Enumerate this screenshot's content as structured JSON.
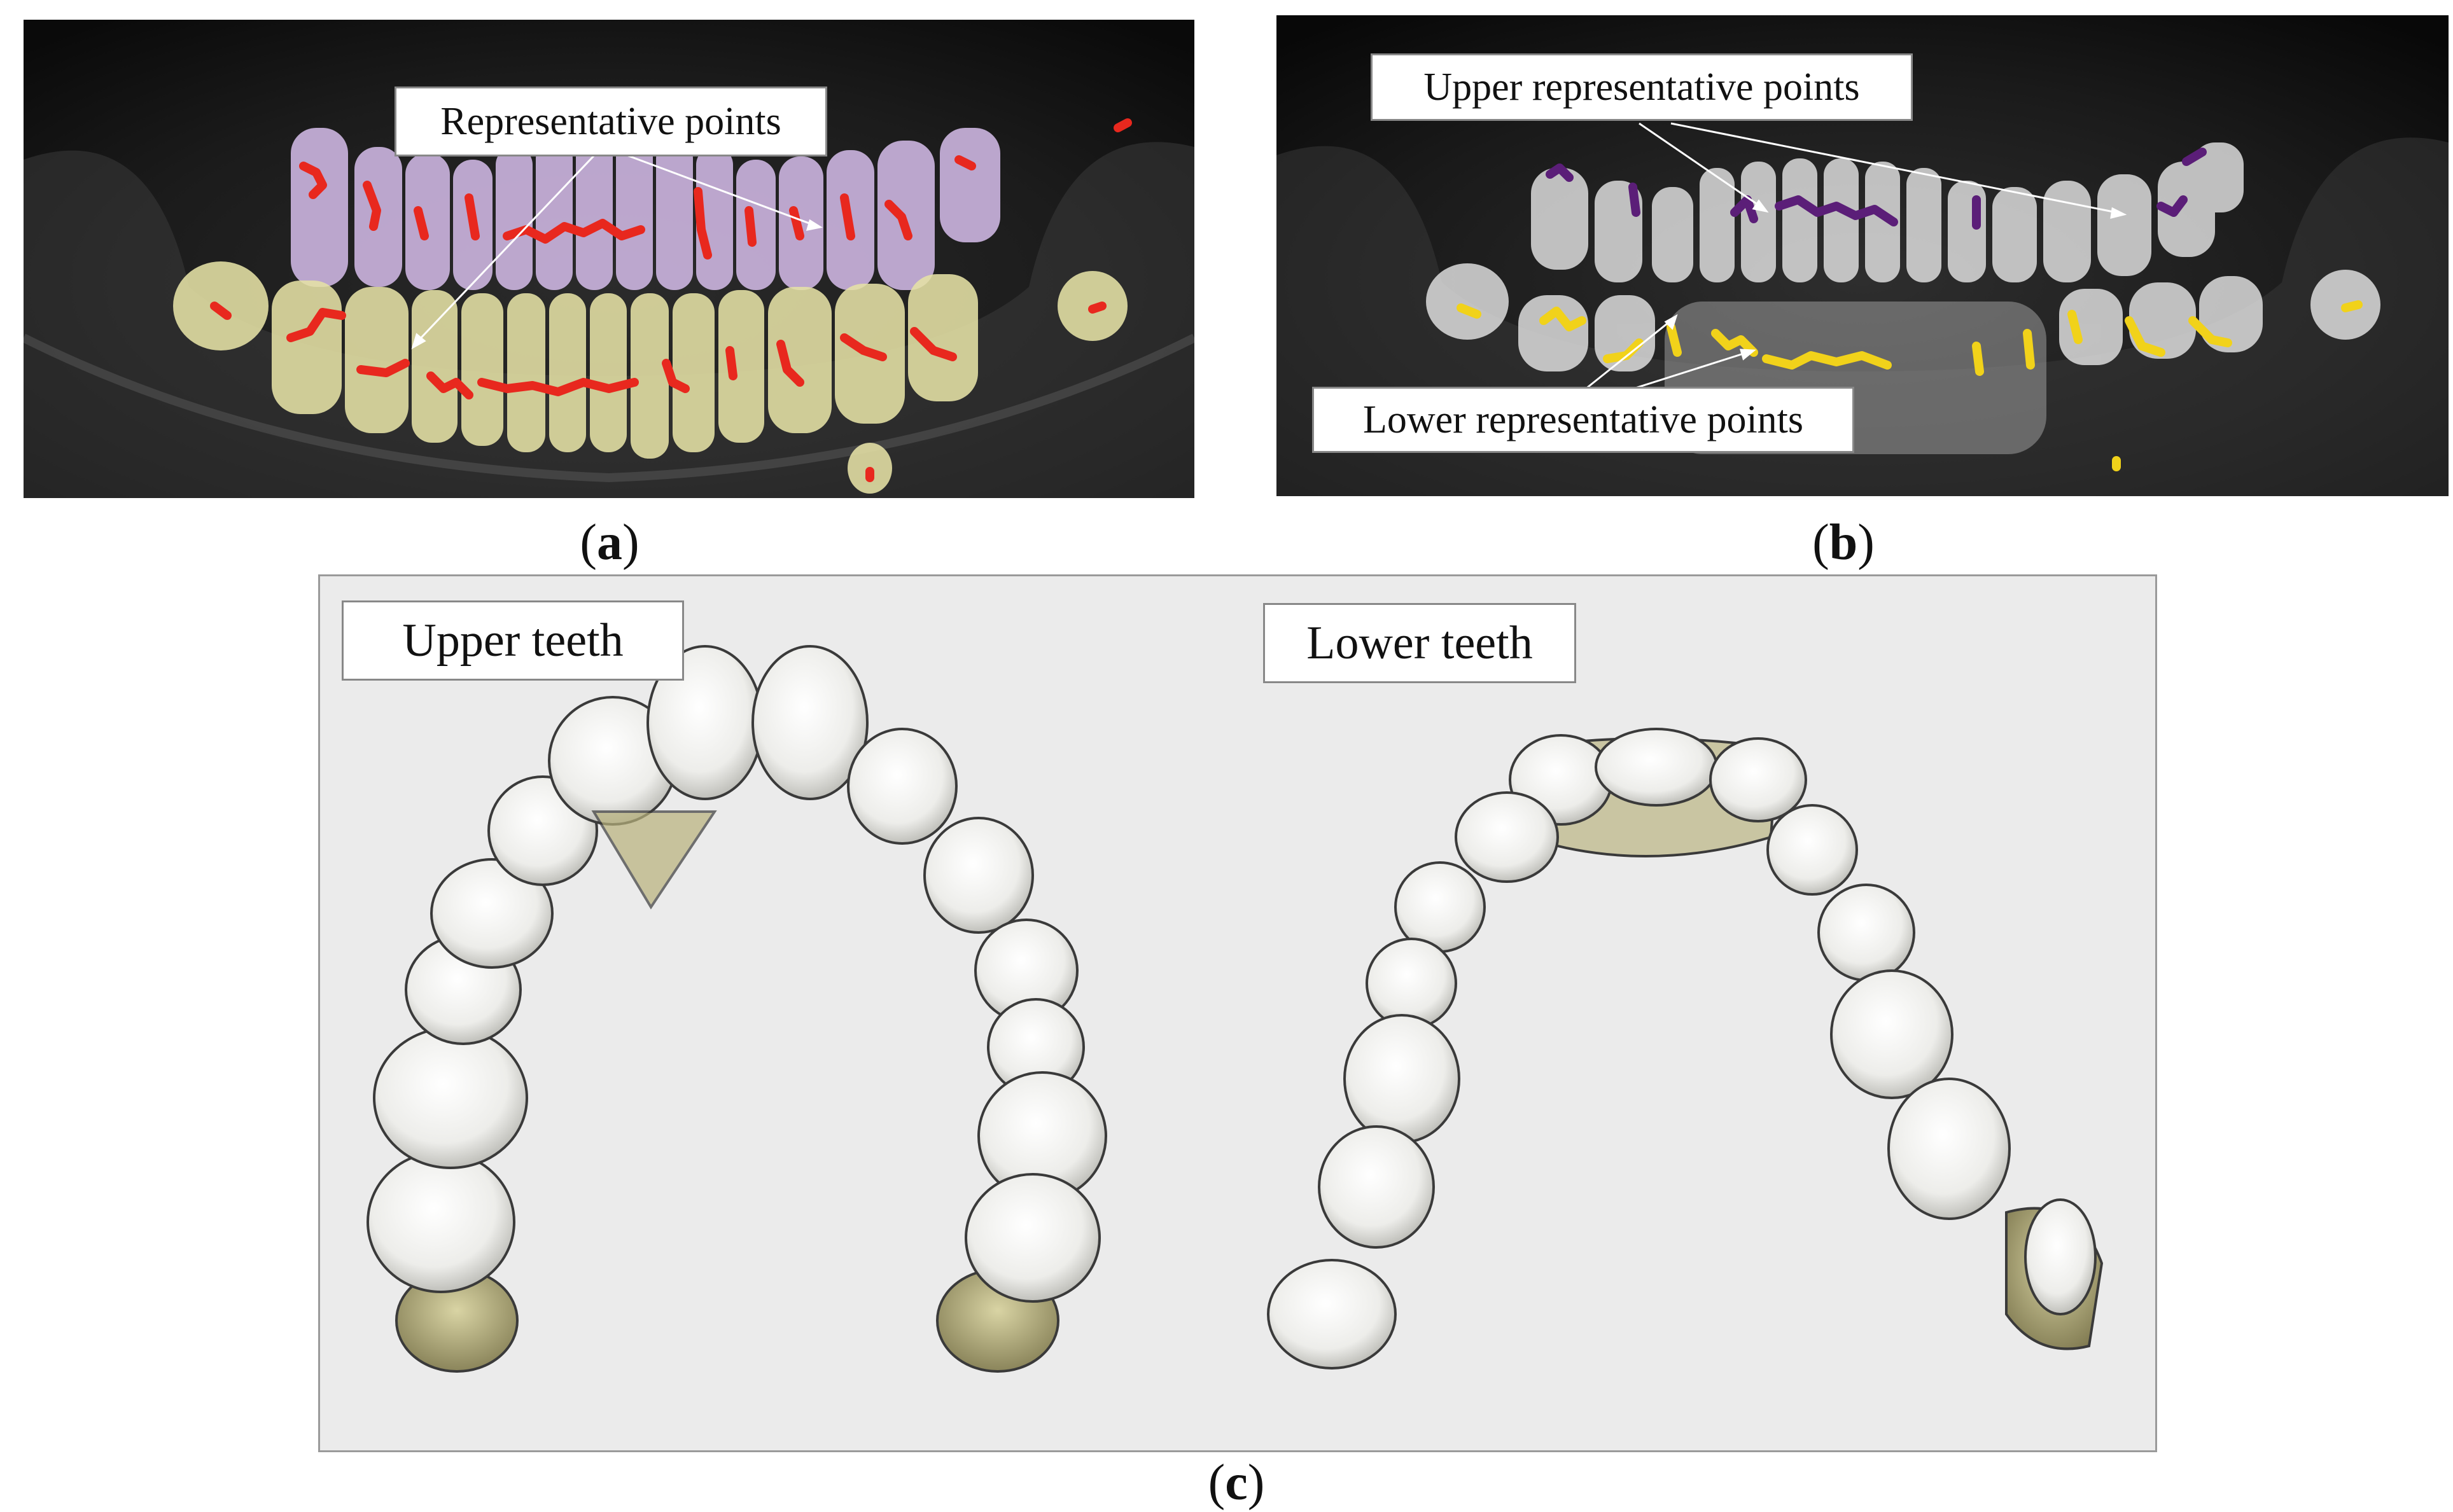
{
  "figure": {
    "panel_a": {
      "label": "a",
      "callout": "Representative points",
      "colors": {
        "upper_teeth": "#c9b2dc",
        "lower_teeth": "#e6e2a6",
        "points": "#e8281e",
        "background": "#101010"
      }
    },
    "panel_b": {
      "label": "b",
      "callout_upper": "Upper representative points",
      "callout_lower": "Lower representative points",
      "colors": {
        "upper_points": "#5b1e78",
        "lower_points": "#f1d21a",
        "teeth": "#f2f2f2",
        "background": "#0e0e0e"
      }
    },
    "panel_c": {
      "label": "c",
      "title_upper": "Upper teeth",
      "title_lower": "Lower teeth",
      "colors": {
        "crown": "#f4f4ee",
        "root": "#b8b27c",
        "background": "#ebebeb"
      }
    }
  }
}
